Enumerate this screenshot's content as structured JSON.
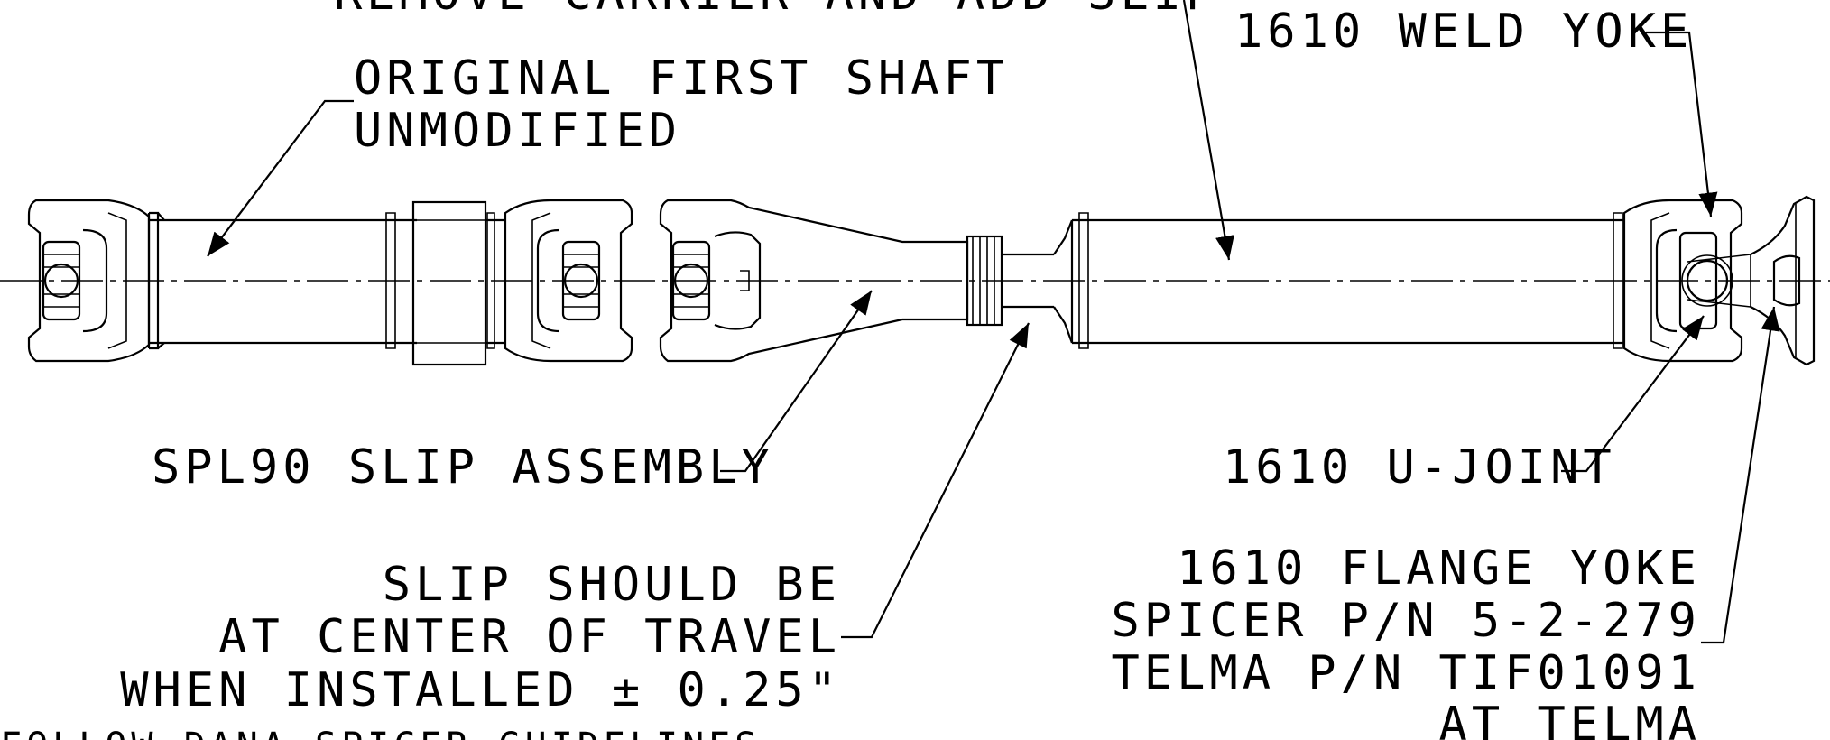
{
  "labels": {
    "top_note": "REMOVE CARRIER AND ADD SLIP",
    "weld_yoke": "1610 WELD YOKE",
    "original_shaft_1": "ORIGINAL FIRST SHAFT",
    "original_shaft_2": "UNMODIFIED",
    "slip_assembly": "SPL90 SLIP ASSEMBLY",
    "u_joint": "1610 U-JOINT",
    "slip_center_1": "SLIP SHOULD BE",
    "slip_center_2": "AT CENTER OF TRAVEL",
    "slip_center_3": "WHEN INSTALLED ± 0.25\"",
    "flange_1": "1610 FLANGE YOKE",
    "flange_2": "SPICER P/N 5-2-279",
    "flange_3": "TELMA P/N TIF01091",
    "flange_4": "AT TELMA",
    "bottom_note": "FOLLOW DANA SPICER GUIDELINES"
  }
}
